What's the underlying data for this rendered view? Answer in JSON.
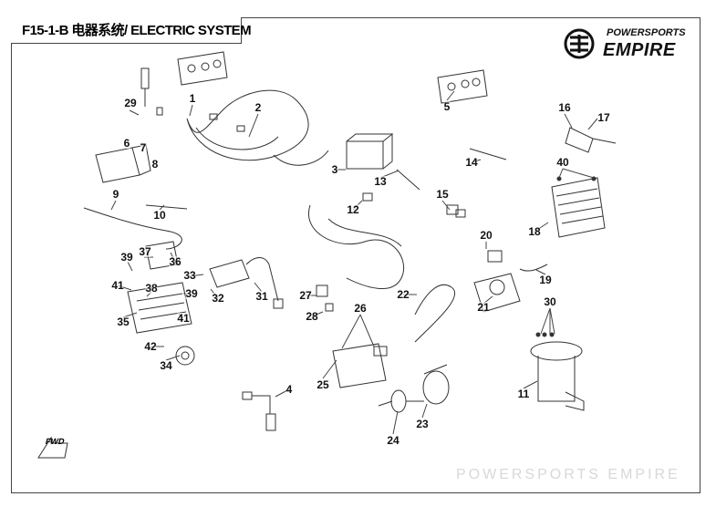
{
  "title": "F15-1-B 电器系统/ ELECTRIC SYSTEM",
  "logo": {
    "line1": "POWERSPORTS",
    "line2": "EMPIRE"
  },
  "watermark": "POWERSPORTS EMPIRE",
  "direction_marker": "FWD",
  "callouts": {
    "c1": "1",
    "c2": "2",
    "c3": "3",
    "c4": "4",
    "c5": "5",
    "c6": "6",
    "c7": "7",
    "c8": "8",
    "c9": "9",
    "c10": "10",
    "c11": "11",
    "c12": "12",
    "c13": "13",
    "c14": "14",
    "c15": "15",
    "c16": "16",
    "c17": "17",
    "c18": "18",
    "c19": "19",
    "c20": "20",
    "c21": "21",
    "c22": "22",
    "c23": "23",
    "c24": "24",
    "c25": "25",
    "c26": "26",
    "c27": "27",
    "c28": "28",
    "c29": "29",
    "c30": "30",
    "c31": "31",
    "c32": "32",
    "c33": "33",
    "c34": "34",
    "c35": "35",
    "c36": "36",
    "c37": "37",
    "c38": "38",
    "c39a": "39",
    "c39b": "39",
    "c40": "40",
    "c41a": "41",
    "c41b": "41",
    "c42": "42"
  }
}
